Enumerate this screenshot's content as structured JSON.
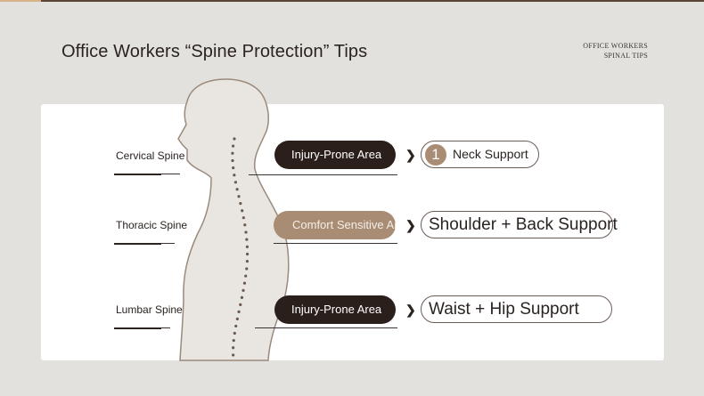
{
  "header": {
    "title": "Office Workers “Spine Protection” Tips",
    "tag_line1": "OFFICE WORKERS",
    "tag_line2": "SPINAL TIPS"
  },
  "rows": [
    {
      "spine_label": "Cervical Spine",
      "area_label": "Injury-Prone Area",
      "support_number": "1",
      "support_label": "Neck Support"
    },
    {
      "spine_label": "Thoracic Spine",
      "area_label": "Comfort Sensitive Area",
      "support_label": "Shoulder + Back Support"
    },
    {
      "spine_label": "Lumbar Spine",
      "area_label": "Injury-Prone Area",
      "support_label": "Waist + Hip Support"
    }
  ],
  "colors": {
    "background": "#e3e1de",
    "dark_pill": "#2b1f1c",
    "tan_accent": "#a88c73",
    "silhouette_fill": "#e9e6e1",
    "silhouette_stroke": "#9a8a7c",
    "spine_dots": "#6b5a4c"
  },
  "icons": {
    "arrow": "chevron-right-icon",
    "figure": "human-profile-silhouette"
  }
}
